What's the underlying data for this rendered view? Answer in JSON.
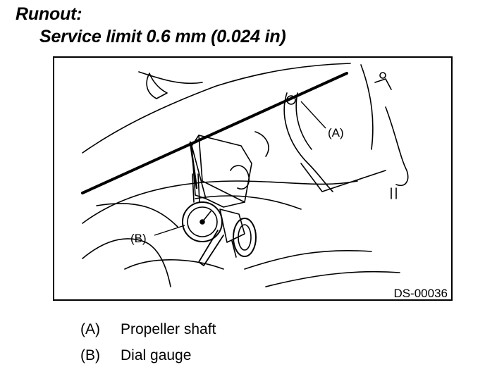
{
  "heading": {
    "title": "Runout:",
    "subtitle": "Service limit 0.6 mm (0.024 in)"
  },
  "figure": {
    "id_label": "DS-00036",
    "callouts": {
      "a": "(A)",
      "b": "(B)"
    }
  },
  "legend": [
    {
      "key": "(A)",
      "label": "Propeller shaft"
    },
    {
      "key": "(B)",
      "label": "Dial gauge"
    }
  ]
}
